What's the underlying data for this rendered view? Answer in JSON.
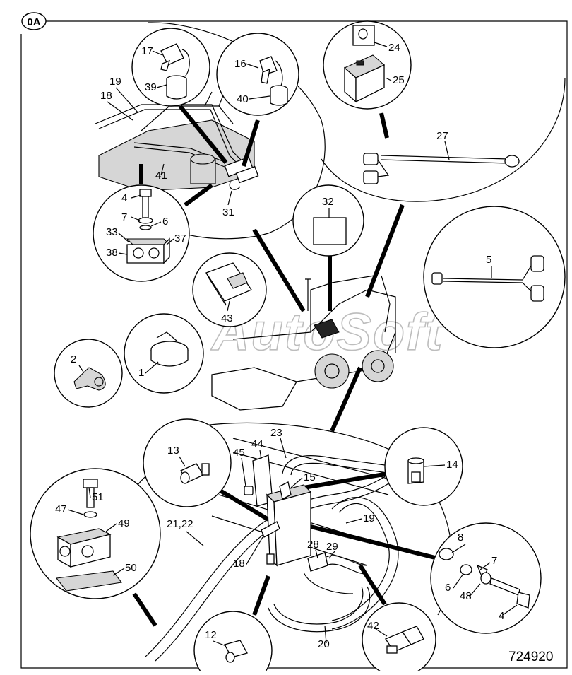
{
  "badge": "0A",
  "drawing_number": "724920",
  "watermark": "AutoSoft",
  "callouts": {
    "c1": "1",
    "c2": "2",
    "c4a": "4",
    "c4b": "4",
    "c5": "5",
    "c6a": "6",
    "c6b": "6",
    "c7a": "7",
    "c7b": "7",
    "c8": "8",
    "c12": "12",
    "c13": "13",
    "c14": "14",
    "c15": "15",
    "c16": "16",
    "c17": "17",
    "c18a": "18",
    "c18b": "18",
    "c19a": "19",
    "c19b": "19",
    "c20": "20",
    "c2122": "21,22",
    "c23": "23",
    "c24": "24",
    "c25": "25",
    "c27": "27",
    "c28": "28",
    "c29": "29",
    "c31": "31",
    "c32": "32",
    "c33": "33",
    "c37": "37",
    "c38": "38",
    "c39": "39",
    "c40": "40",
    "c41": "41",
    "c42": "42",
    "c43": "43",
    "c44": "44",
    "c45": "45",
    "c47": "47",
    "c48": "48",
    "c49": "49",
    "c50": "50",
    "c51": "51"
  }
}
